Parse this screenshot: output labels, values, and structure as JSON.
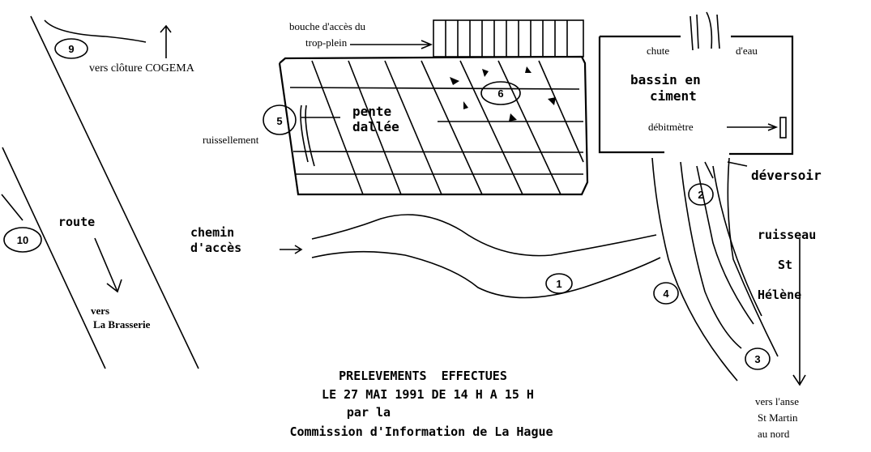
{
  "labels": {
    "cloture": "vers clôture COGEMA",
    "bouche_1": "bouche d'accès du",
    "bouche_2": "trop-plein",
    "pente_1": "pente",
    "pente_2": "dallée",
    "ruissellement": "ruissellement",
    "chute": "chute",
    "eau": "d'eau",
    "bassin_1": "bassin en",
    "bassin_2": "ciment",
    "debitmetre": "débitmètre",
    "deversoir": "déversoir",
    "route": "route",
    "brasserie_1": "vers",
    "brasserie_2": "La Brasserie",
    "chemin_1": "chemin",
    "chemin_2": "d'accès",
    "ruisseau_1": "ruisseau",
    "ruisseau_2": "St",
    "ruisseau_3": "Hélène",
    "anse_1": "vers l'anse",
    "anse_2": "St Martin",
    "anse_3": "au nord"
  },
  "points": [
    "1",
    "2",
    "3",
    "4",
    "5",
    "6",
    "9",
    "10"
  ],
  "title": {
    "line1": "PRELEVEMENTS  EFFECTUES",
    "line2": "LE 27 MAI 1991 DE 14 H A 15 H",
    "line3": "par la",
    "line4": "Commission d'Information de La Hague"
  }
}
